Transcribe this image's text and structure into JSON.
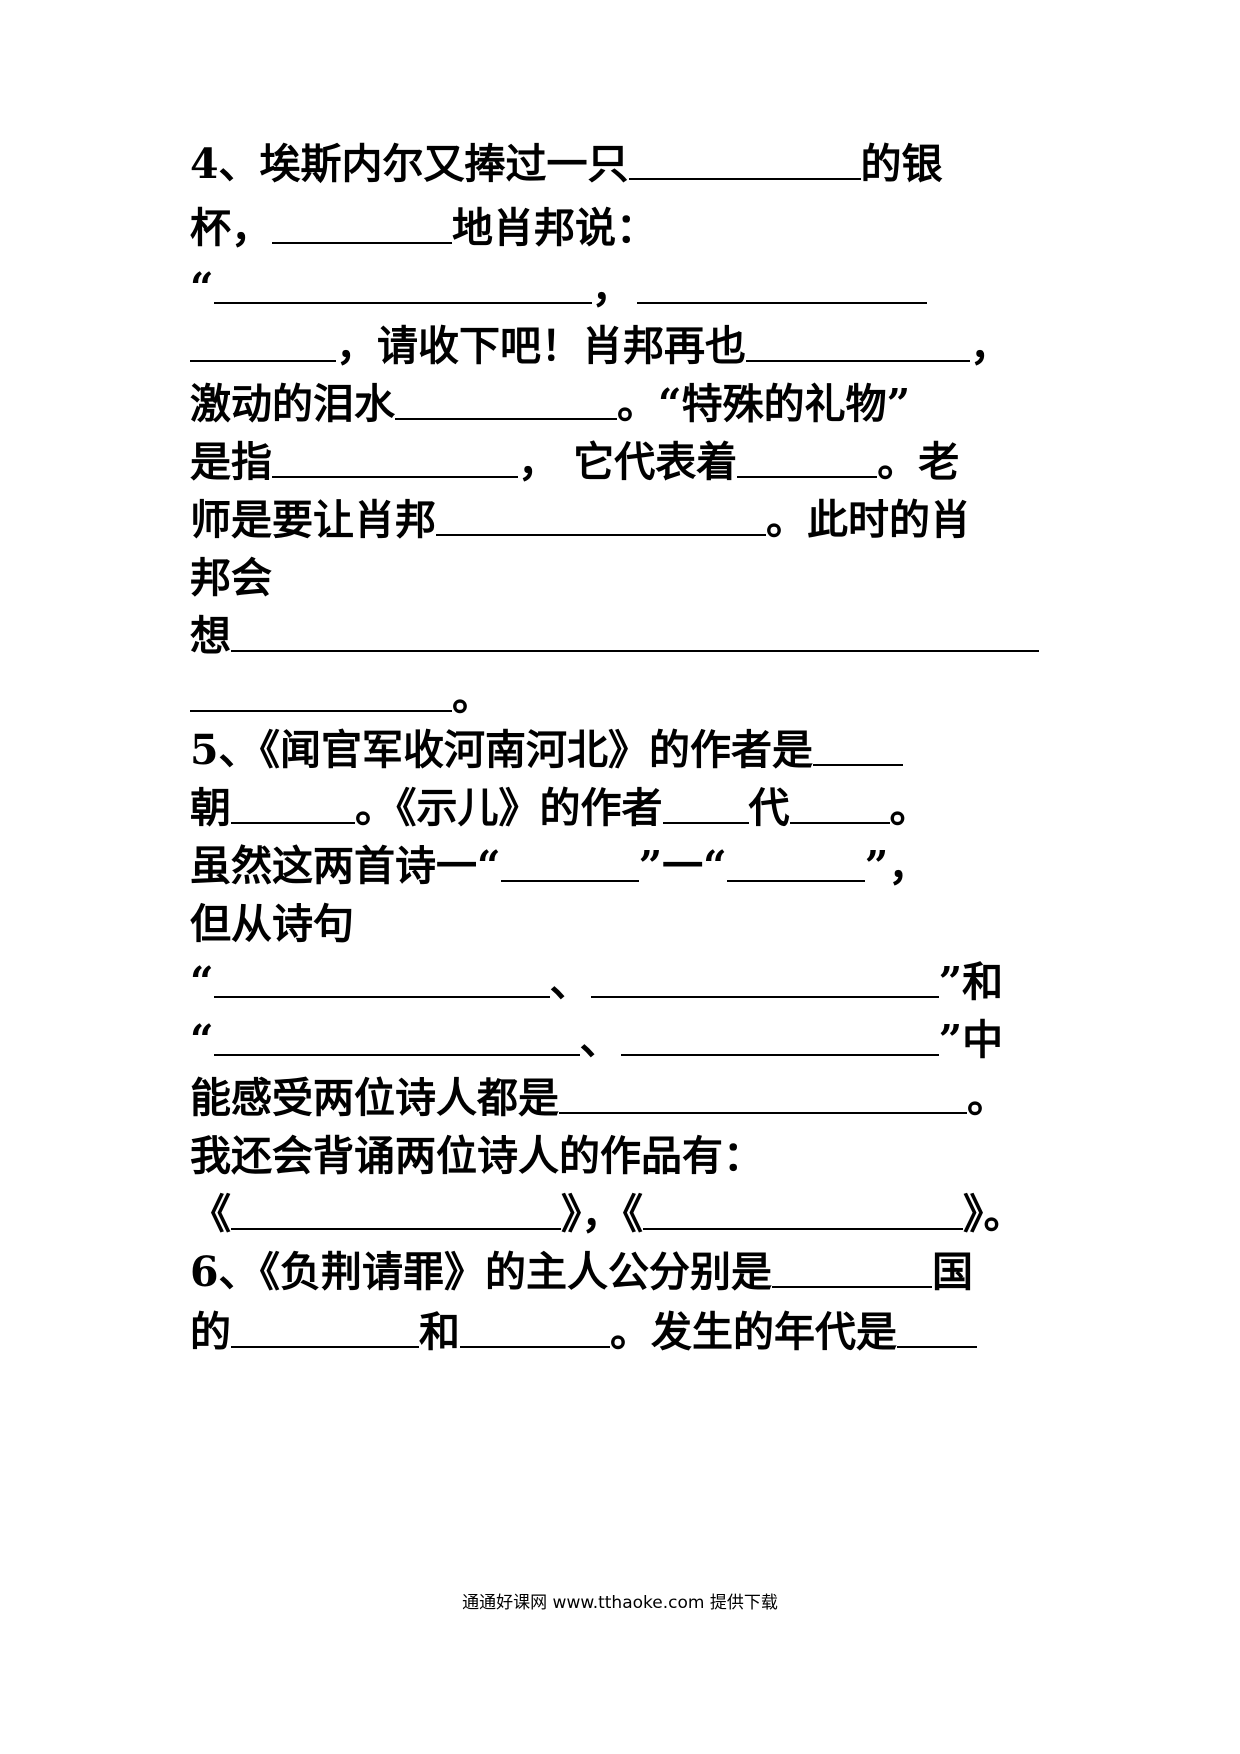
{
  "q4": {
    "number": "4、",
    "t1": "埃斯内尔又捧过一只",
    "t2": "的银",
    "t3": "杯，",
    "t4": "地肖邦说：",
    "q_open": "“",
    "comma1": "，",
    "t5": "，请收下吧！肖邦再也",
    "comma2": "，",
    "t6": "激动的泪水",
    "t7": "。“特殊的礼物”",
    "t8": "是指",
    "t9": "，  它代表着",
    "t10": "。老",
    "t11": "师是要让肖邦",
    "t12": "。此时的肖",
    "t13": "邦会",
    "t14": "想",
    "period": "。"
  },
  "q5": {
    "number": "5、",
    "t1": "《闻官军收河南河北》的作者是",
    "t2": "朝",
    "t3": "。《示儿》的作者",
    "t4": "代",
    "t5": "。",
    "t6": "虽然这两首诗一“",
    "t7": "”一“",
    "t8": "”，",
    "t9": "但从诗句",
    "q_open": "“",
    "dun": "、",
    "t10": "”和",
    "t11": "”中",
    "t12": "能感受两位诗人都是",
    "t13": "。",
    "t14": "我还会背诵两位诗人的作品有：",
    "b_open": "《",
    "b_mid": "》，《",
    "b_close": "》。"
  },
  "q6": {
    "number": "6、",
    "t1": "《负荆请罪》的主人公分别是",
    "t2": "国",
    "t3": "的",
    "t4": "和",
    "t5": "。发生的年代是"
  },
  "footer": "通通好课网  www.tthaoke.com  提供下载"
}
